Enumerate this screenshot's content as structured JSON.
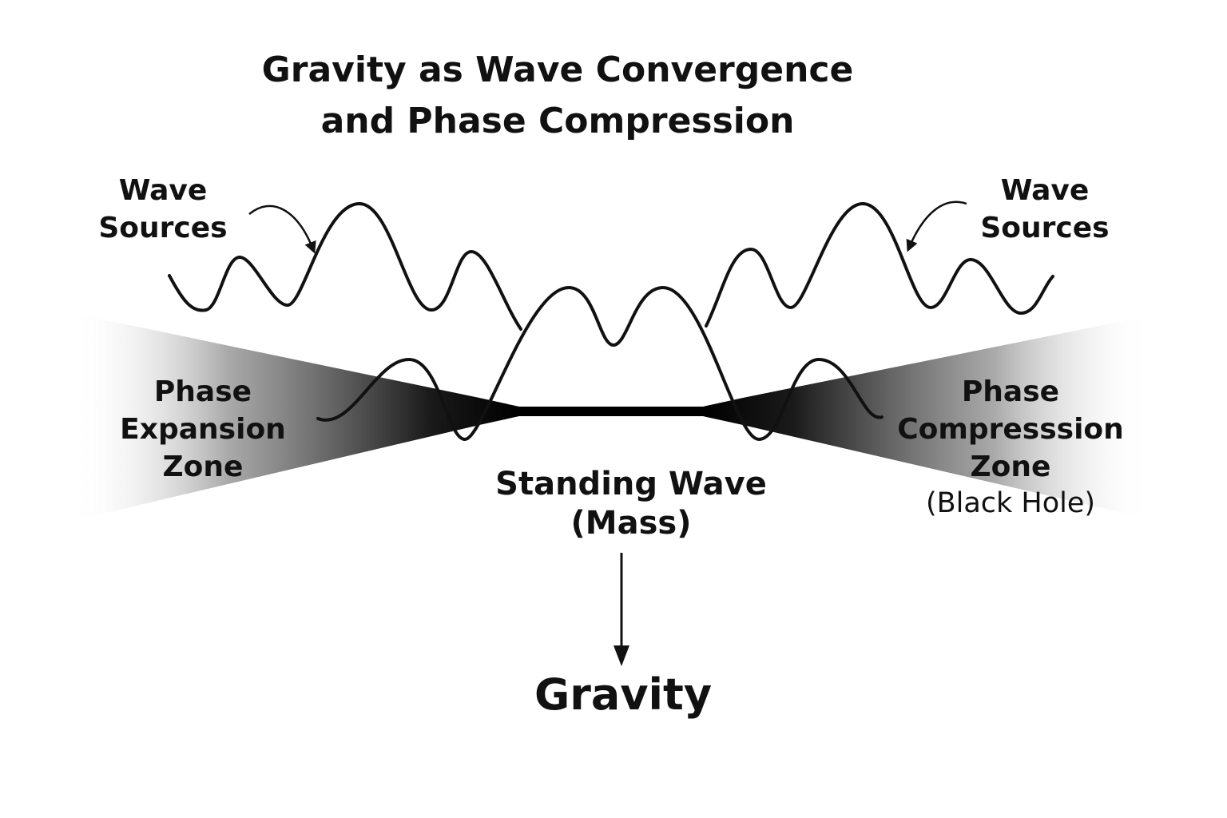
{
  "title": {
    "line1": "Gravity as Wave Convergence",
    "line2": "and Phase Compression"
  },
  "labels": {
    "wave_sources_left": {
      "line1": "Wave",
      "line2": "Sources"
    },
    "wave_sources_right": {
      "line1": "Wave",
      "line2": "Sources"
    },
    "phase_expansion": {
      "line1": "Phase",
      "line2": "Expansion",
      "line3": "Zone"
    },
    "phase_compression": {
      "line1": "Phase",
      "line2": "Compresssion",
      "line3": "Zone",
      "note": "(Black Hole)"
    },
    "standing_wave": {
      "line1": "Standing Wave",
      "line2": "(Mass)"
    },
    "gravity": "Gravity"
  },
  "colors": {
    "ink": "#111111",
    "zone_dark": "#1a1a1a",
    "background": "#ffffff"
  }
}
